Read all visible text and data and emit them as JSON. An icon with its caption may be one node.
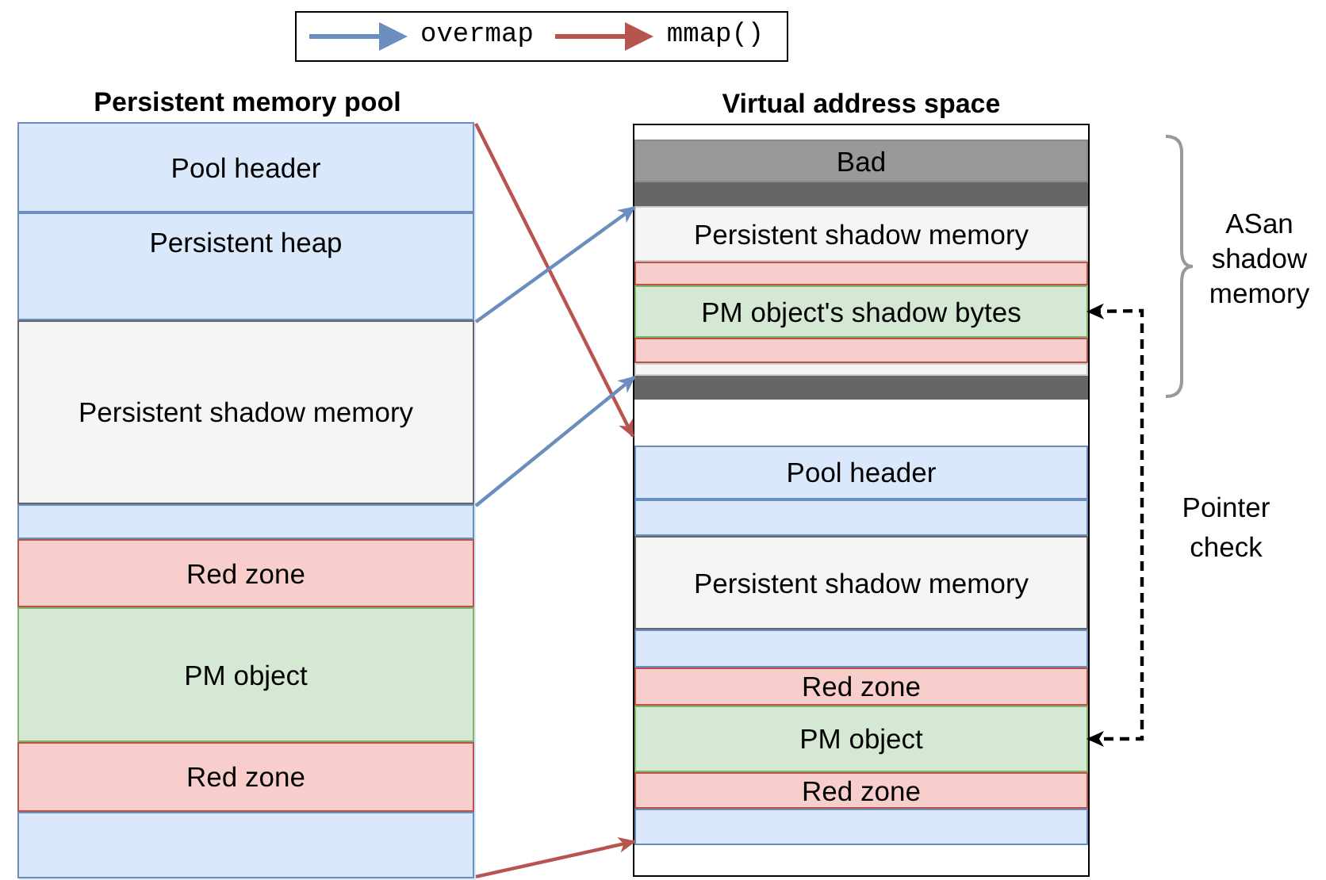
{
  "diagram": {
    "nodes": [
      {
        "text": [
          "Persistent memory pool"
        ]
      },
      {
        "text": [
          "Pool header"
        ],
        "in": 0
      },
      {
        "text": [
          "Persistent heap"
        ],
        "in": 0
      },
      {
        "text": [
          "Persistent shadow memory"
        ],
        "in": 0
      },
      {
        "text": [],
        "shape": "bar",
        "in": 0
      },
      {
        "text": [
          "Red zone"
        ],
        "in": 0
      },
      {
        "text": [
          "PM object"
        ],
        "in": 0
      },
      {
        "text": [
          "Red zone"
        ],
        "in": 0
      },
      {
        "text": [],
        "shape": "bar",
        "in": 0
      },
      {
        "text": [
          "Virtual address space"
        ]
      },
      {
        "text": [
          "Bad"
        ],
        "in": 9
      },
      {
        "text": [],
        "shape": "bar",
        "in": 9
      },
      {
        "text": [
          "Persistent shadow memory"
        ],
        "in": 9
      },
      {
        "text": [],
        "shape": "bar",
        "in": 9
      },
      {
        "text": [
          "PM object's shadow bytes"
        ],
        "in": 9
      },
      {
        "text": [],
        "shape": "bar",
        "in": 9
      },
      {
        "text": [],
        "shape": "bar",
        "in": 9
      },
      {
        "text": [],
        "shape": "bar",
        "in": 9
      },
      {
        "text": [
          "Pool header"
        ],
        "in": 9
      },
      {
        "text": [],
        "shape": "bar",
        "in": 9
      },
      {
        "text": [
          "Persistent shadow memory"
        ],
        "in": 9
      },
      {
        "text": [],
        "shape": "bar",
        "in": 9
      },
      {
        "text": [
          "Red zone"
        ],
        "in": 9
      },
      {
        "text": [
          "PM object"
        ],
        "in": 9
      },
      {
        "text": [
          "Red zone"
        ],
        "in": 9
      },
      {
        "text": [],
        "shape": "bar",
        "in": 9
      }
    ],
    "edges": [
      {
        "from": 1,
        "to": 9,
        "arrow": "to",
        "color": "#b85450"
      },
      {
        "from": 3,
        "to": 12,
        "arrow": "to",
        "color": "#6c8ebf"
      },
      {
        "from": 3,
        "to": 17,
        "arrow": "to",
        "color": "#6c8ebf"
      },
      {
        "from": 8,
        "to": 25,
        "arrow": "to",
        "color": "#b85450"
      },
      {
        "from": 23,
        "to": 14,
        "arrow": "both",
        "style": "dashed",
        "color": "#000000",
        "label": "Pointer check"
      }
    ],
    "labels": [
      "ASan shadow memory"
    ],
    "legend": [
      {
        "text": "overmap"
      },
      {
        "text": "mmap()"
      }
    ]
  }
}
